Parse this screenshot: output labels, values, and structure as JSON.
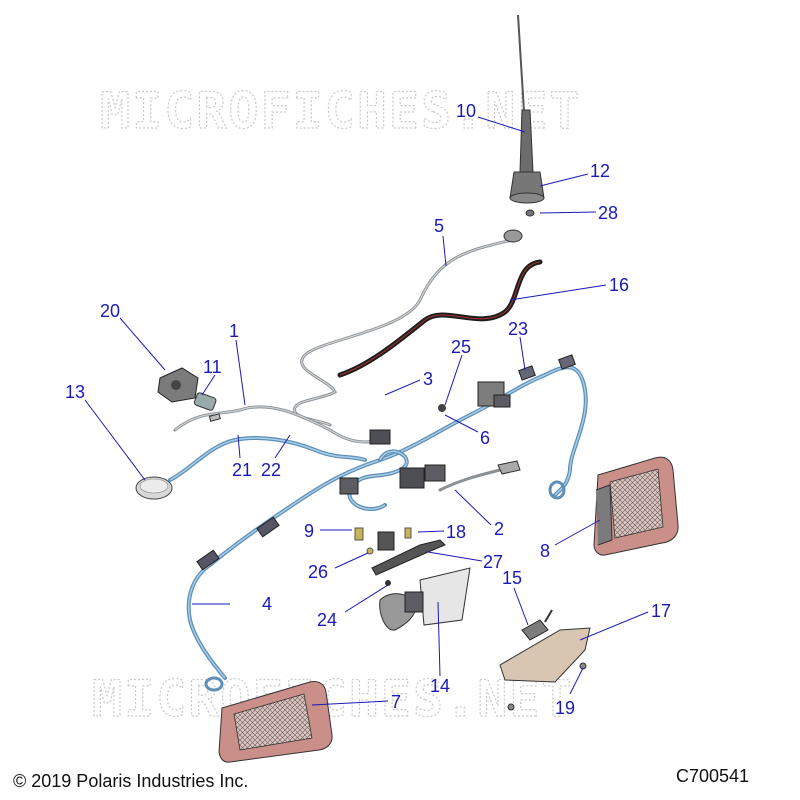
{
  "watermark": {
    "text": "MICROFICHES.NET"
  },
  "footer": {
    "copyright": "© 2019 Polaris Industries Inc.",
    "code": "C700541"
  },
  "callouts": [
    {
      "id": "c1",
      "label": "1"
    },
    {
      "id": "c2",
      "label": "2"
    },
    {
      "id": "c3",
      "label": "3"
    },
    {
      "id": "c4",
      "label": "4"
    },
    {
      "id": "c5",
      "label": "5"
    },
    {
      "id": "c6",
      "label": "6"
    },
    {
      "id": "c7",
      "label": "7"
    },
    {
      "id": "c8",
      "label": "8"
    },
    {
      "id": "c9",
      "label": "9"
    },
    {
      "id": "c10",
      "label": "10"
    },
    {
      "id": "c11",
      "label": "11"
    },
    {
      "id": "c12",
      "label": "12"
    },
    {
      "id": "c13",
      "label": "13"
    },
    {
      "id": "c14",
      "label": "14"
    },
    {
      "id": "c15",
      "label": "15"
    },
    {
      "id": "c16",
      "label": "16"
    },
    {
      "id": "c17",
      "label": "17"
    },
    {
      "id": "c18",
      "label": "18"
    },
    {
      "id": "c19",
      "label": "19"
    },
    {
      "id": "c20",
      "label": "20"
    },
    {
      "id": "c21",
      "label": "21"
    },
    {
      "id": "c22",
      "label": "22"
    },
    {
      "id": "c23",
      "label": "23"
    },
    {
      "id": "c24",
      "label": "24"
    },
    {
      "id": "c25",
      "label": "25"
    },
    {
      "id": "c26",
      "label": "26"
    },
    {
      "id": "c27",
      "label": "27"
    },
    {
      "id": "c28",
      "label": "28"
    }
  ],
  "colors": {
    "callout": "#1a1ab8",
    "speaker": "#c98f88",
    "wire_blue": "#5d8fb8",
    "wire_grey": "#8a8f94"
  }
}
